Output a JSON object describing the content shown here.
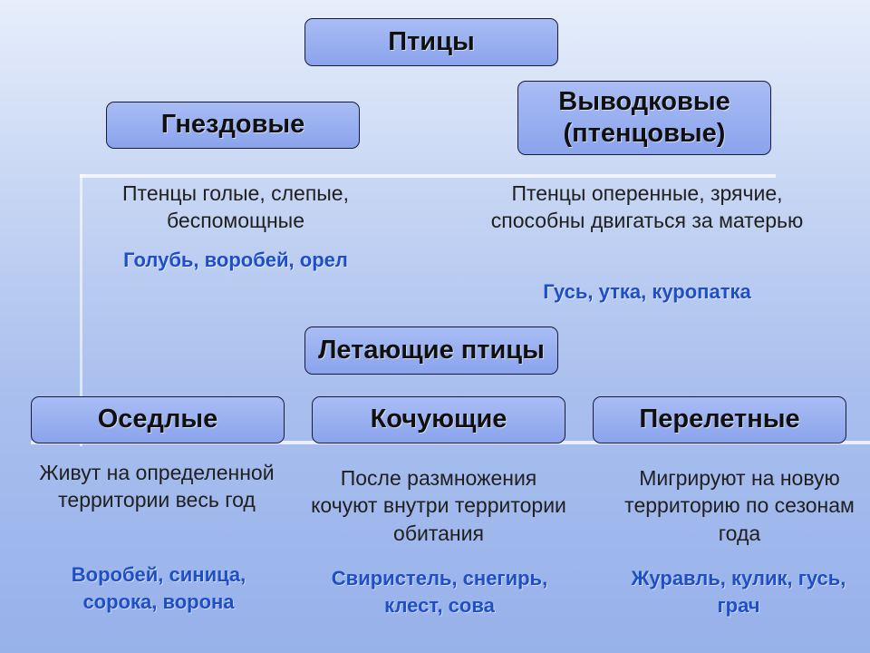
{
  "title": "Птицы",
  "nesting": {
    "left": {
      "label": "Гнездовые",
      "description": "Птенцы голые, слепые, беспомощные",
      "examples": "Голубь, воробей, орел"
    },
    "right": {
      "label_line1": "Выводковые",
      "label_line2": "(птенцовые)",
      "description": "Птенцы оперенные, зрячие, способны двигаться за матерью",
      "examples": "Гусь, утка, куропатка"
    }
  },
  "flying": {
    "title": "Летающие птицы",
    "groups": [
      {
        "label": "Оседлые",
        "description": "Живут на определенной территории весь год",
        "examples": "Воробей, синица, сорока, ворона"
      },
      {
        "label": "Кочующие",
        "description": "После размножения кочуют внутри территории обитания",
        "examples": "Свиристель, снегирь, клест, сова"
      },
      {
        "label": "Перелетные",
        "description": "Мигрируют на новую территорию по сезонам года",
        "examples": "Журавль, кулик, гусь, грач"
      }
    ]
  },
  "colors": {
    "box_fill": "#8aa3ec",
    "example_text": "#1f4fc4"
  }
}
